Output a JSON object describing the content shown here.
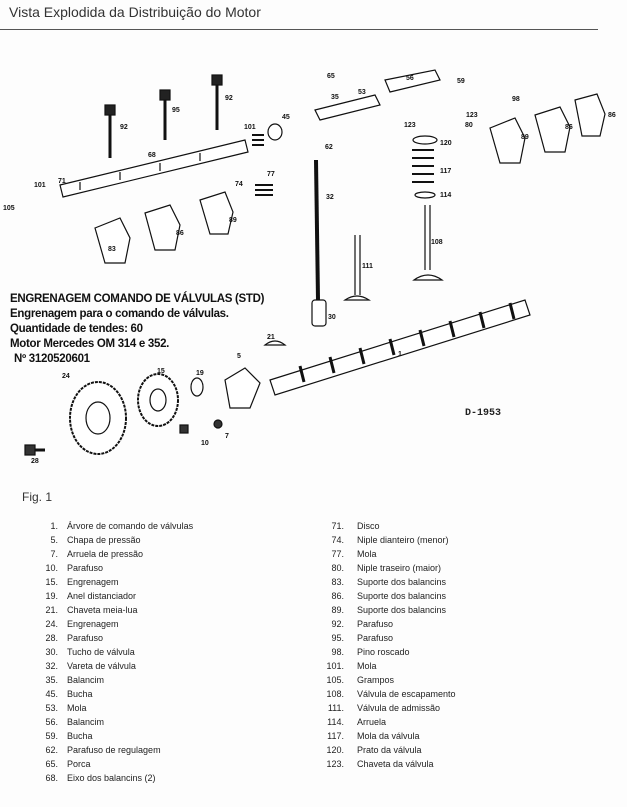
{
  "title": "Vista Explodida da Distribuição do Motor",
  "product_info": [
    "ENGRENAGEM COMANDO DE VÁLVULAS (STD)",
    "Engrenagem para o comando de válvulas.",
    "Quantidade de tendes: 60",
    "Motor Mercedes OM 314 e 352.",
    "Nº 3120520601"
  ],
  "drawing_code": "D-1953",
  "figure_label": "Fig. 1",
  "callouts": [
    "65",
    "59",
    "56",
    "53",
    "35",
    "123",
    "123",
    "98",
    "92",
    "95",
    "92",
    "101",
    "45",
    "62",
    "80",
    "120",
    "89",
    "86",
    "86",
    "68",
    "117",
    "74",
    "77",
    "71",
    "101",
    "105",
    "114",
    "32",
    "89",
    "86",
    "83",
    "108",
    "111",
    "30",
    "21",
    "5",
    "1",
    "24",
    "15",
    "19",
    "10",
    "7",
    "28"
  ],
  "parts_left": [
    {
      "n": "1.",
      "t": "Árvore de comando de válvulas"
    },
    {
      "n": "5.",
      "t": "Chapa de pressão"
    },
    {
      "n": "7.",
      "t": "Arruela de pressão"
    },
    {
      "n": "10.",
      "t": "Parafuso"
    },
    {
      "n": "15.",
      "t": "Engrenagem"
    },
    {
      "n": "19.",
      "t": "Anel distanciador"
    },
    {
      "n": "21.",
      "t": "Chaveta meia-lua"
    },
    {
      "n": "24.",
      "t": "Engrenagem"
    },
    {
      "n": "28.",
      "t": "Parafuso"
    },
    {
      "n": "30.",
      "t": "Tucho de válvula"
    },
    {
      "n": "32.",
      "t": "Vareta de válvula"
    },
    {
      "n": "35.",
      "t": "Balancim"
    },
    {
      "n": "45.",
      "t": "Bucha"
    },
    {
      "n": "53.",
      "t": "Mola"
    },
    {
      "n": "56.",
      "t": "Balancim"
    },
    {
      "n": "59.",
      "t": "Bucha"
    },
    {
      "n": "62.",
      "t": "Parafuso de regulagem"
    },
    {
      "n": "65.",
      "t": "Porca"
    },
    {
      "n": "68.",
      "t": "Eixo dos balancins (2)"
    }
  ],
  "parts_right": [
    {
      "n": "71.",
      "t": "Disco"
    },
    {
      "n": "74.",
      "t": "Niple dianteiro (menor)"
    },
    {
      "n": "77.",
      "t": "Mola"
    },
    {
      "n": "80.",
      "t": "Niple traseiro (maior)"
    },
    {
      "n": "83.",
      "t": "Suporte dos balancins"
    },
    {
      "n": "86.",
      "t": "Suporte dos balancins"
    },
    {
      "n": "89.",
      "t": "Suporte dos balancins"
    },
    {
      "n": "92.",
      "t": "Parafuso"
    },
    {
      "n": "95.",
      "t": "Parafuso"
    },
    {
      "n": "98.",
      "t": "Pino roscado"
    },
    {
      "n": "101.",
      "t": "Mola"
    },
    {
      "n": "105.",
      "t": "Grampos"
    },
    {
      "n": "108.",
      "t": "Válvula de escapamento"
    },
    {
      "n": "111.",
      "t": "Válvula de admissão"
    },
    {
      "n": "114.",
      "t": "Arruela"
    },
    {
      "n": "117.",
      "t": "Mola da válvula"
    },
    {
      "n": "120.",
      "t": "Prato da válvula"
    },
    {
      "n": "123.",
      "t": "Chaveta da válvula"
    }
  ]
}
